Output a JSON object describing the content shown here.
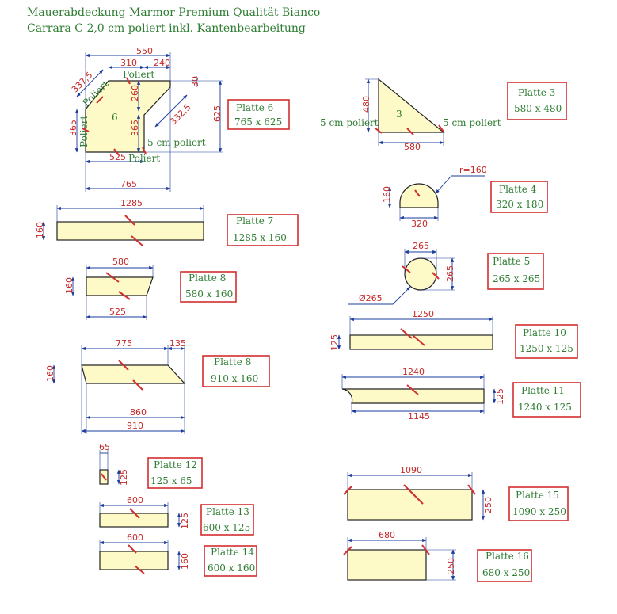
{
  "title": {
    "line1": "Mauerabdeckung Marmor Premium Qualität Bianco",
    "line2": "Carrara C 2,0 cm poliert inkl. Kantenbearbeitung"
  },
  "colors": {
    "shape_fill": "#fdfac8",
    "box_border": "#d32f2f",
    "dim_text": "#c62828",
    "dim_line": "#1a3c9c",
    "note_text": "#2e7d32"
  },
  "p6": {
    "box_name": "Platte 6",
    "box_size": "765 x 625",
    "inside": "6",
    "d550": "550",
    "d310": "310",
    "d240": "240",
    "d30": "30",
    "d3375": "337,5",
    "d3325": "332,5",
    "d260": "260",
    "d365a": "365",
    "d365b": "365",
    "d625": "625",
    "d525": "525",
    "d765": "765",
    "polished_top": "Poliert",
    "polished_diag": "Poliert",
    "polished_left": "Poliert",
    "polished_bottom": "Poliert",
    "cm_note": "5 cm poliert"
  },
  "p3": {
    "box_name": "Platte 3",
    "box_size": "580 x 480",
    "inside": "3",
    "d480": "480",
    "d580": "580",
    "note_left": "5 cm poliert",
    "note_right": "5 cm poliert"
  },
  "p4": {
    "box_name": "Platte 4",
    "box_size": "320 x 180",
    "radius": "r=160",
    "d160": "160",
    "d320": "320"
  },
  "p5": {
    "box_name": "Platte 5",
    "box_size": "265 x 265",
    "d265a": "265",
    "d265b": "265",
    "diam": "Ø265"
  },
  "p7": {
    "box_name": "Platte 7",
    "box_size": "1285 x 160",
    "d1285": "1285",
    "d160": "160"
  },
  "p8a": {
    "box_name": "Platte 8",
    "box_size": "580 x 160",
    "d580": "580",
    "d160": "160",
    "d525": "525"
  },
  "p8b": {
    "box_name": "Platte 8",
    "box_size": "910  x 160",
    "d775": "775",
    "d135": "135",
    "d160": "160",
    "d860": "860",
    "d910": "910"
  },
  "p10": {
    "box_name": "Platte 10",
    "box_size": "1250 x 125",
    "d1250": "1250",
    "d125": "125"
  },
  "p11": {
    "box_name": "Platte 11",
    "box_size": "1240 x 125",
    "d1240": "1240",
    "d125": "125",
    "d1145": "1145"
  },
  "p12": {
    "box_name": "Platte 12",
    "box_size": "125 x 65",
    "d65": "65",
    "d125": "125"
  },
  "p13": {
    "box_name": "Platte 13",
    "box_size": "600 x 125",
    "d600": "600",
    "d125": "125"
  },
  "p14": {
    "box_name": "Platte 14",
    "box_size": "600 x 160",
    "d600": "600",
    "d160": "160"
  },
  "p15": {
    "box_name": "Platte 15",
    "box_size": "1090 x 250",
    "d1090": "1090",
    "d250": "250"
  },
  "p16": {
    "box_name": "Platte 16",
    "box_size": "680 x 250",
    "d680": "680",
    "d250": "250"
  }
}
